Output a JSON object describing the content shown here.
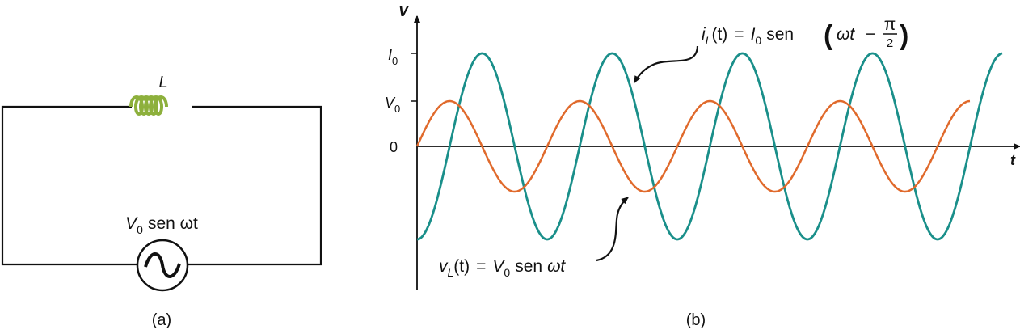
{
  "colors": {
    "inductor": "#8db03c",
    "current_curve": "#1a8f8a",
    "voltage_curve": "#e06a2c",
    "line": "#111111"
  },
  "panel_a": {
    "caption": "(a)",
    "inductor_label": "L",
    "source_label": {
      "symbol": "V",
      "subscript": "0",
      "text": "sen ωt"
    },
    "source_icon": "ac-source-icon"
  },
  "panel_b": {
    "caption": "(b)",
    "y_axis_label": "V",
    "x_axis_label": "t",
    "ticks": {
      "i0": {
        "symbol": "I",
        "subscript": "0"
      },
      "v0": {
        "symbol": "V",
        "subscript": "0"
      },
      "zero": "0"
    },
    "current_label": {
      "lhs_symbol": "i",
      "lhs_subscript": "L",
      "lhs_arg": "(t)",
      "eq": "=",
      "amp_symbol": "I",
      "amp_subscript": "0",
      "func": "sen",
      "open_paren": "(",
      "omega_t": "ωt",
      "minus": "−",
      "frac_num": "π",
      "frac_den": "2",
      "close_paren": ")"
    },
    "voltage_label": {
      "lhs_symbol": "v",
      "lhs_subscript": "L",
      "lhs_arg": "(t)",
      "eq": "=",
      "amp_symbol": "V",
      "amp_subscript": "0",
      "func": "sen",
      "omega_t": "ωt"
    }
  },
  "chart_data": {
    "type": "line",
    "series": [
      {
        "function": "I0 sen(ωt − π/2)",
        "amplitude": "I0",
        "phase": "-π/2",
        "cycles_shown": 4.5
      },
      {
        "function": "V0 sen ωt",
        "amplitude": "V0",
        "phase": "0",
        "cycles_shown": 4.25
      }
    ],
    "y_ticks": [
      "I0",
      "V0",
      "0"
    ]
  }
}
